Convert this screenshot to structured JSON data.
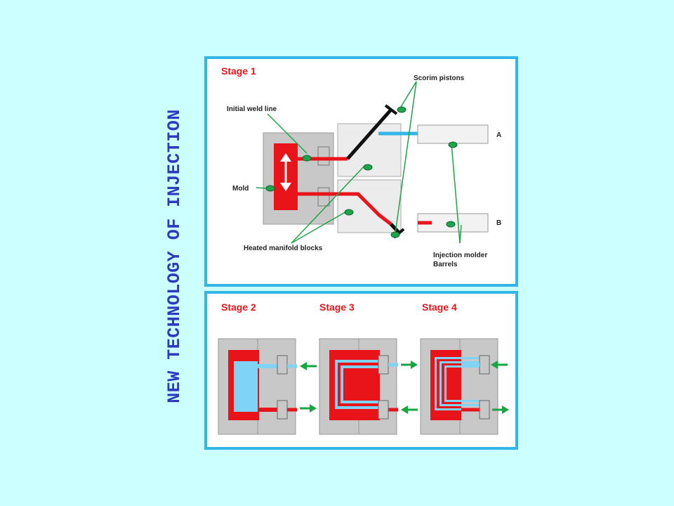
{
  "side_title": "NEW TECHNOLOGY OF INJECTION",
  "stage1": {
    "title": "Stage 1",
    "labels": {
      "scorim_pistons": "Scorim pistons",
      "initial_weld_line": "Initial weld line",
      "mold": "Mold",
      "heated_manifold_blocks": "Heated manifold blocks",
      "injection_molder": "Injection molder",
      "barrels": "Barrels",
      "barrel_a": "A",
      "barrel_b": "B"
    }
  },
  "stages": {
    "stage2": "Stage 2",
    "stage3": "Stage 3",
    "stage4": "Stage 4"
  },
  "colors": {
    "background": "#ccffff",
    "title_text": "#2b3bbf",
    "panel_border": "#33b5e5",
    "melt_red": "#e8141a",
    "melt_blue": "#7fd3f5",
    "pointer_green": "#1fa34a",
    "arrow_green": "#17a640",
    "block_gray": "#c8c8c8"
  }
}
